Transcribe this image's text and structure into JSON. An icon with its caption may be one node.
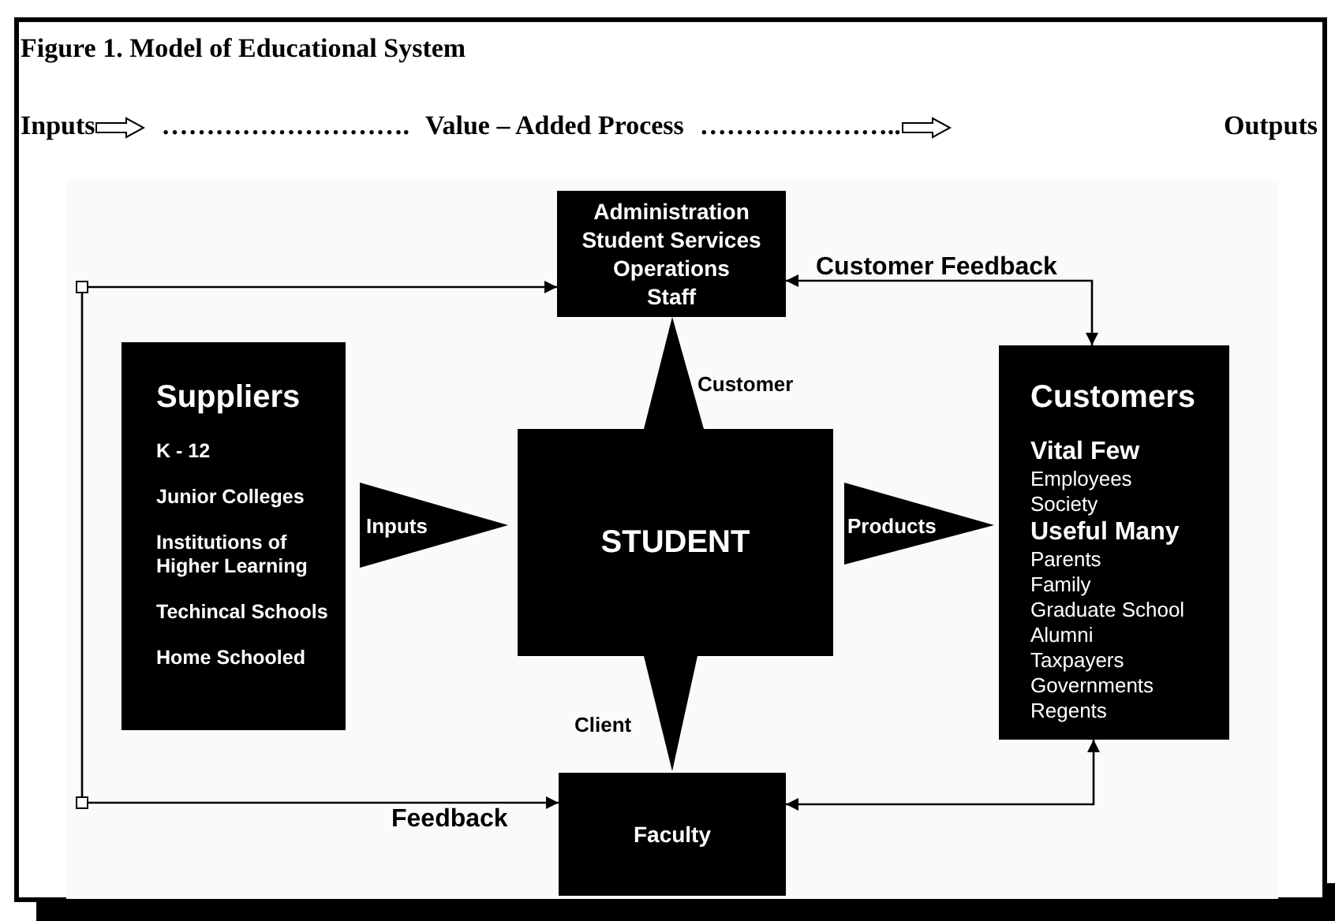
{
  "diagram": {
    "title": "Figure 1. Model of Educational System",
    "nodes": [
      {
        "text": [
          "Administration",
          "Student Services",
          "Operations",
          "Staff"
        ]
      },
      {
        "text": [
          "Suppliers",
          "K - 12",
          "Junior Colleges",
          "Institutions of Higher Learning",
          "Techincal Schools",
          "Home Schooled"
        ]
      },
      {
        "text": [
          "STUDENT"
        ]
      },
      {
        "text": [
          "Customers",
          "Vital Few",
          "Employees",
          "Society",
          "Useful Many",
          "Parents",
          "Family",
          "Graduate School",
          "Alumni",
          "Taxpayers",
          "Governments",
          "Regents"
        ]
      },
      {
        "text": [
          "Faculty"
        ]
      },
      {
        "text": [],
        "shape": "box"
      },
      {
        "text": [],
        "shape": "box"
      }
    ],
    "edges": [
      {
        "from": 1,
        "to": 2,
        "arrow": "to",
        "label": "Inputs"
      },
      {
        "from": 2,
        "to": 3,
        "arrow": "to",
        "label": "Products"
      },
      {
        "from": 2,
        "to": 0,
        "arrow": "to",
        "label": "Customer"
      },
      {
        "from": 2,
        "to": 4,
        "arrow": "to",
        "label": "Client"
      },
      {
        "from": 5,
        "to": 0,
        "arrow": "to"
      },
      {
        "from": 5,
        "to": 6,
        "arrow": "none"
      },
      {
        "from": 6,
        "to": 4,
        "arrow": "to",
        "label": "Feedback"
      },
      {
        "from": 0,
        "to": 3,
        "arrow": "both",
        "label": "Customer Feedback"
      },
      {
        "from": 4,
        "to": 3,
        "arrow": "both"
      }
    ],
    "labels": [
      "Inputs",
      "……………………….",
      "Value – Added Process",
      "…………………..",
      "Outputs"
    ]
  }
}
